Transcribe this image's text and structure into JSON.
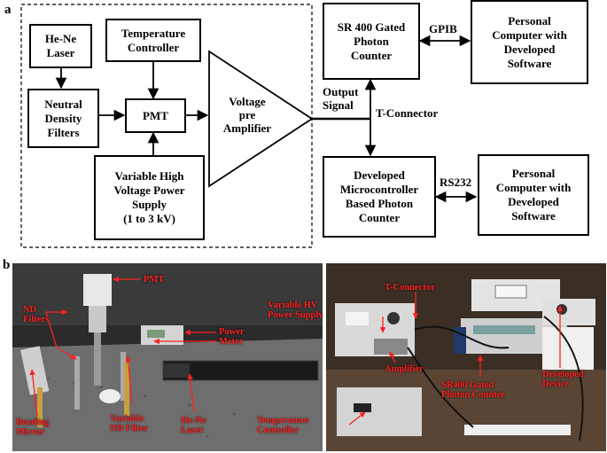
{
  "figure": {
    "panel_a_label": "a",
    "panel_b_label": "b"
  },
  "diagram": {
    "he_ne_laser": "He-Ne\nLaser",
    "temperature_controller": "Temperature\nController",
    "neutral_density_filters": "Neutral\nDensity\nFilters",
    "pmt": "PMT",
    "variable_hv_supply": "Variable High\nVoltage Power\nSupply\n(1 to 3 kV)",
    "preamp": "Voltage\npre\nAmplifier",
    "sr400": "SR 400 Gated\nPhoton\nCounter",
    "pc_top": "Personal\nComputer with\nDeveloped\nSoftware",
    "micro_counter": "Developed\nMicrocontroller\nBased Photon\nCounter",
    "pc_bottom": "Personal\nComputer with\nDeveloped\nSoftware",
    "gpib": "GPIB",
    "rs232": "RS232",
    "output_signal": "Output\nSignal",
    "t_connector": "T-Connector"
  },
  "photo": {
    "pmt": "PMT",
    "nd_filters": "ND\nFilters",
    "power_meter": "Power\nMeter",
    "bending_mirror": "Bending\nMirror",
    "variable_nd_filter": "Variable\nND Filter",
    "he_ne_laser": "He-Ne\nLaser",
    "variable_hv_supply": "Variable HV\nPower Supply",
    "t_connector": "T-Connector",
    "amplifier": "Amplifier",
    "sr400_counter": "SR400 Gated\nPhoton Counter",
    "developed_device": "Developed\nDevice",
    "temperature_controller": "Temperature\nController"
  }
}
